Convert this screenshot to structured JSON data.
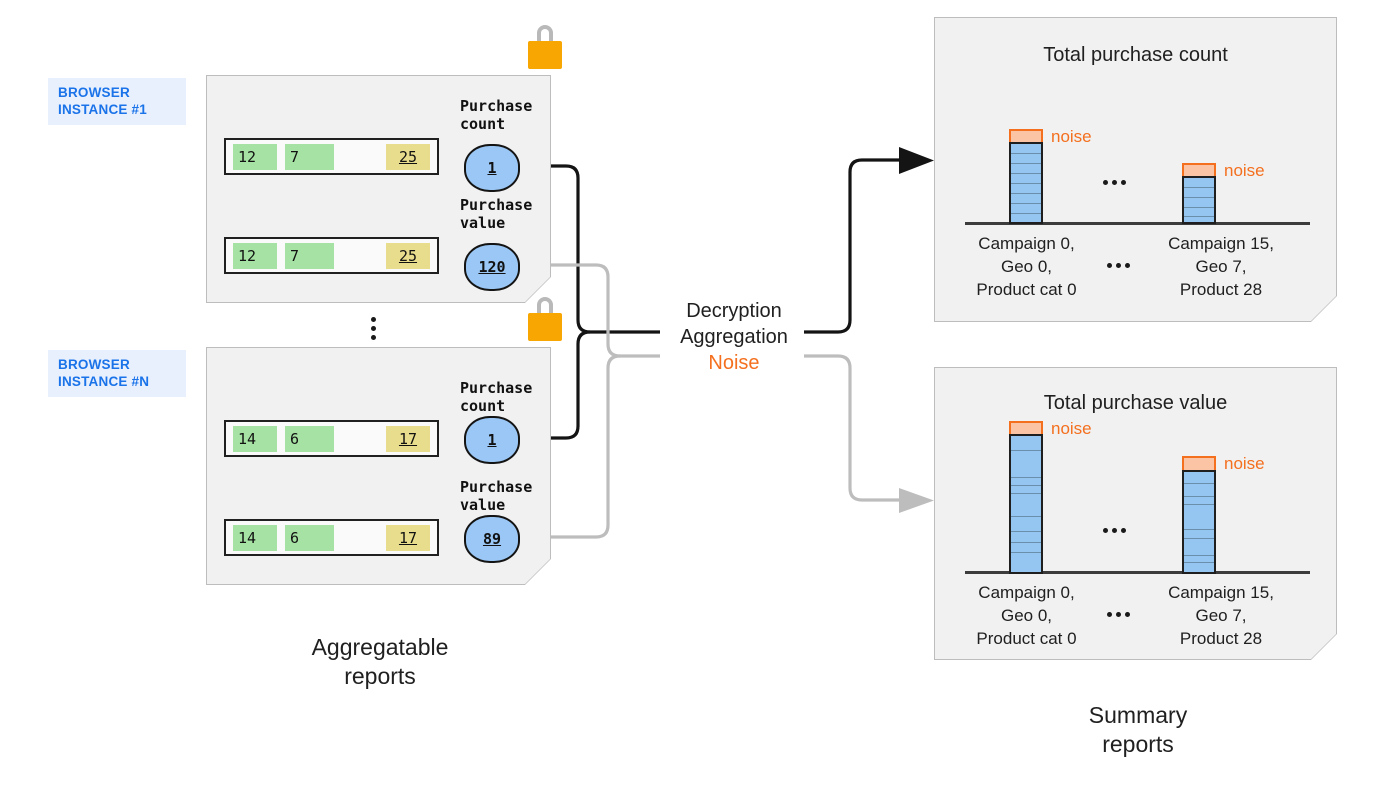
{
  "browser_instances": [
    {
      "tag": "BROWSER\nINSTANCE #1",
      "reports": [
        {
          "metric_label": "Purchase\ncount",
          "bubble_value": "1",
          "cells": [
            "12",
            "7",
            "25"
          ]
        },
        {
          "metric_label": "Purchase\nvalue",
          "bubble_value": "120",
          "cells": [
            "12",
            "7",
            "25"
          ]
        }
      ]
    },
    {
      "tag": "BROWSER\nINSTANCE #N",
      "reports": [
        {
          "metric_label": "Purchase\ncount",
          "bubble_value": "1",
          "cells": [
            "14",
            "6",
            "17"
          ]
        },
        {
          "metric_label": "Purchase\nvalue",
          "bubble_value": "89",
          "cells": [
            "14",
            "6",
            "17"
          ]
        }
      ]
    }
  ],
  "process": {
    "line1": "Decryption",
    "line2": "Aggregation",
    "line3": "Noise"
  },
  "captions": {
    "left": "Aggregatable\nreports",
    "right": "Summary\nreports"
  },
  "colors": {
    "brand_blue": "#1a73e8",
    "tag_background": "#e8f0fe",
    "noise_orange": "#f4701f",
    "noise_fill": "#fbc4a4",
    "bar_blue": "#95c6f2",
    "bubble_blue": "#9ac7f5",
    "cell_green": "#a5e2a3",
    "cell_yellow": "#e8dd8c",
    "lock_orange": "#f8a602",
    "panel_grey": "#f1f1f1"
  },
  "icons": {
    "lock": "lock-icon",
    "ellipsis_vertical": "vertical-ellipsis-icon",
    "ellipsis_horizontal": "horizontal-ellipsis-icon"
  },
  "chart_data": [
    {
      "type": "bar",
      "title": "Total purchase count",
      "categories": [
        "Campaign 0,\nGeo 0,\nProduct cat 0",
        "Campaign 15,\nGeo 7,\nProduct 28"
      ],
      "values": [
        8,
        5
      ],
      "noise_values": [
        1,
        1
      ],
      "noise_label": "noise",
      "segments": [
        8,
        5
      ],
      "xlabel": "",
      "ylabel": "",
      "grid": false,
      "legend": "none",
      "gap_marker": "..."
    },
    {
      "type": "bar",
      "title": "Total purchase value",
      "categories": [
        "Campaign 0,\nGeo 0,\nProduct cat 0",
        "Campaign 15,\nGeo 7,\nProduct 28"
      ],
      "values": [
        10,
        7
      ],
      "noise_values": [
        1,
        1
      ],
      "noise_label": "noise",
      "segments": [
        10,
        7
      ],
      "xlabel": "",
      "ylabel": "",
      "grid": false,
      "legend": "none",
      "gap_marker": "..."
    }
  ]
}
